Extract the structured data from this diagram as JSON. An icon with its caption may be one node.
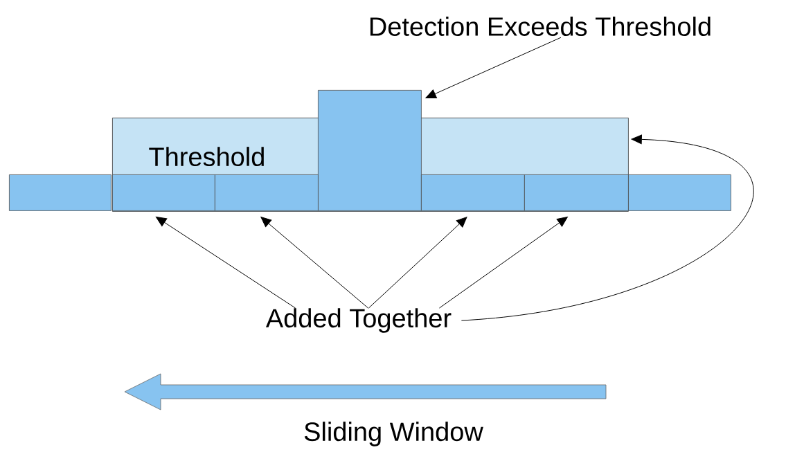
{
  "diagram": {
    "nodes": [
      {
        "text": [
          "Detection Exceeds Threshold"
        ]
      },
      {
        "text": [
          "Threshold"
        ]
      },
      {
        "text": [],
        "shape": "box"
      },
      {
        "text": [],
        "shape": "box",
        "in": 1
      },
      {
        "text": [],
        "shape": "box",
        "in": 1
      },
      {
        "text": [],
        "shape": "box"
      },
      {
        "text": [],
        "shape": "box",
        "in": 1
      },
      {
        "text": [],
        "shape": "box",
        "in": 1
      },
      {
        "text": [],
        "shape": "box"
      },
      {
        "text": [
          "Added Together"
        ]
      }
    ],
    "edges": [
      {
        "from": 0,
        "to": 5,
        "arrow": "to"
      },
      {
        "from": 9,
        "to": 3,
        "arrow": "to"
      },
      {
        "from": 9,
        "to": 4,
        "arrow": "to"
      },
      {
        "from": 9,
        "to": 6,
        "arrow": "to"
      },
      {
        "from": 9,
        "to": 7,
        "arrow": "to"
      },
      {
        "from": 9,
        "to": 1,
        "arrow": "to"
      }
    ],
    "labels": [
      "Sliding Window"
    ]
  }
}
